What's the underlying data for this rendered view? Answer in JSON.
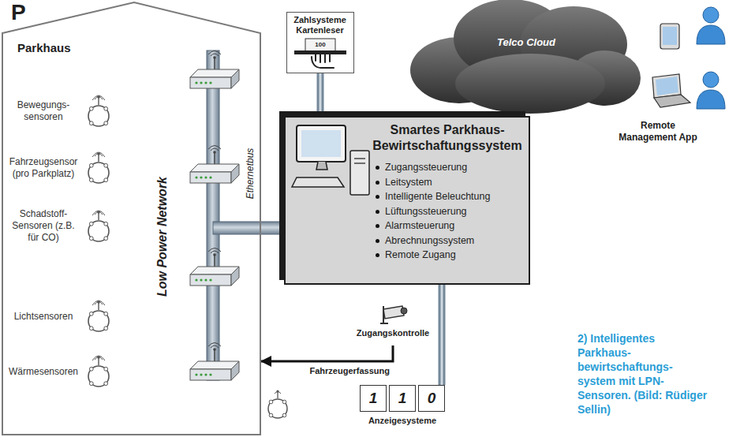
{
  "diagram": {
    "caption": "2) Intelligentes Parkhaus- bewirtschaftungs- system mit LPN-Sensoren. (Bild: Rüdiger Sellin)",
    "nodes": [
      {
        "text": [
          "P",
          "Parkhaus"
        ]
      },
      {
        "text": [
          "Bewegungs- sensoren"
        ],
        "in": 0
      },
      {
        "text": [
          "Fahrzeugsensor (pro Parkplatz)"
        ],
        "in": 0
      },
      {
        "text": [
          "Schadstoff- Sensoren (z.B. für CO)"
        ],
        "in": 0
      },
      {
        "text": [
          "Lichtsensoren"
        ],
        "in": 0
      },
      {
        "text": [
          "Wärmesensoren"
        ],
        "in": 0
      },
      {
        "text": [
          "Zahlsysteme Kartenleser"
        ]
      },
      {
        "text": [
          "Telco Cloud"
        ]
      },
      {
        "text": [
          "Remote Management App"
        ]
      },
      {
        "text": [
          "Smartes Parkhaus-Bewirtschaftungssystem",
          "Zugangssteuerung",
          "Leitsystem",
          "Intelligente Beleuchtung",
          "Lüftungssteuerung",
          "Alarmsteuerung",
          "Abrechnungssystem",
          "Remote Zugang"
        ]
      },
      {
        "text": [
          "Zugangskontrolle"
        ]
      },
      {
        "text": [
          "1",
          "1",
          "0",
          "Anzeigesysteme"
        ]
      }
    ],
    "edges": [
      {
        "from": 6,
        "to": 9,
        "arrow": "none"
      },
      {
        "from": 9,
        "to": 11,
        "arrow": "none"
      },
      {
        "from": 10,
        "to": 0,
        "arrow": "to",
        "label": "Fahrzeugerfassung"
      }
    ],
    "labels": [
      "Low Power Network",
      "Ethernetbus",
      "100"
    ]
  }
}
